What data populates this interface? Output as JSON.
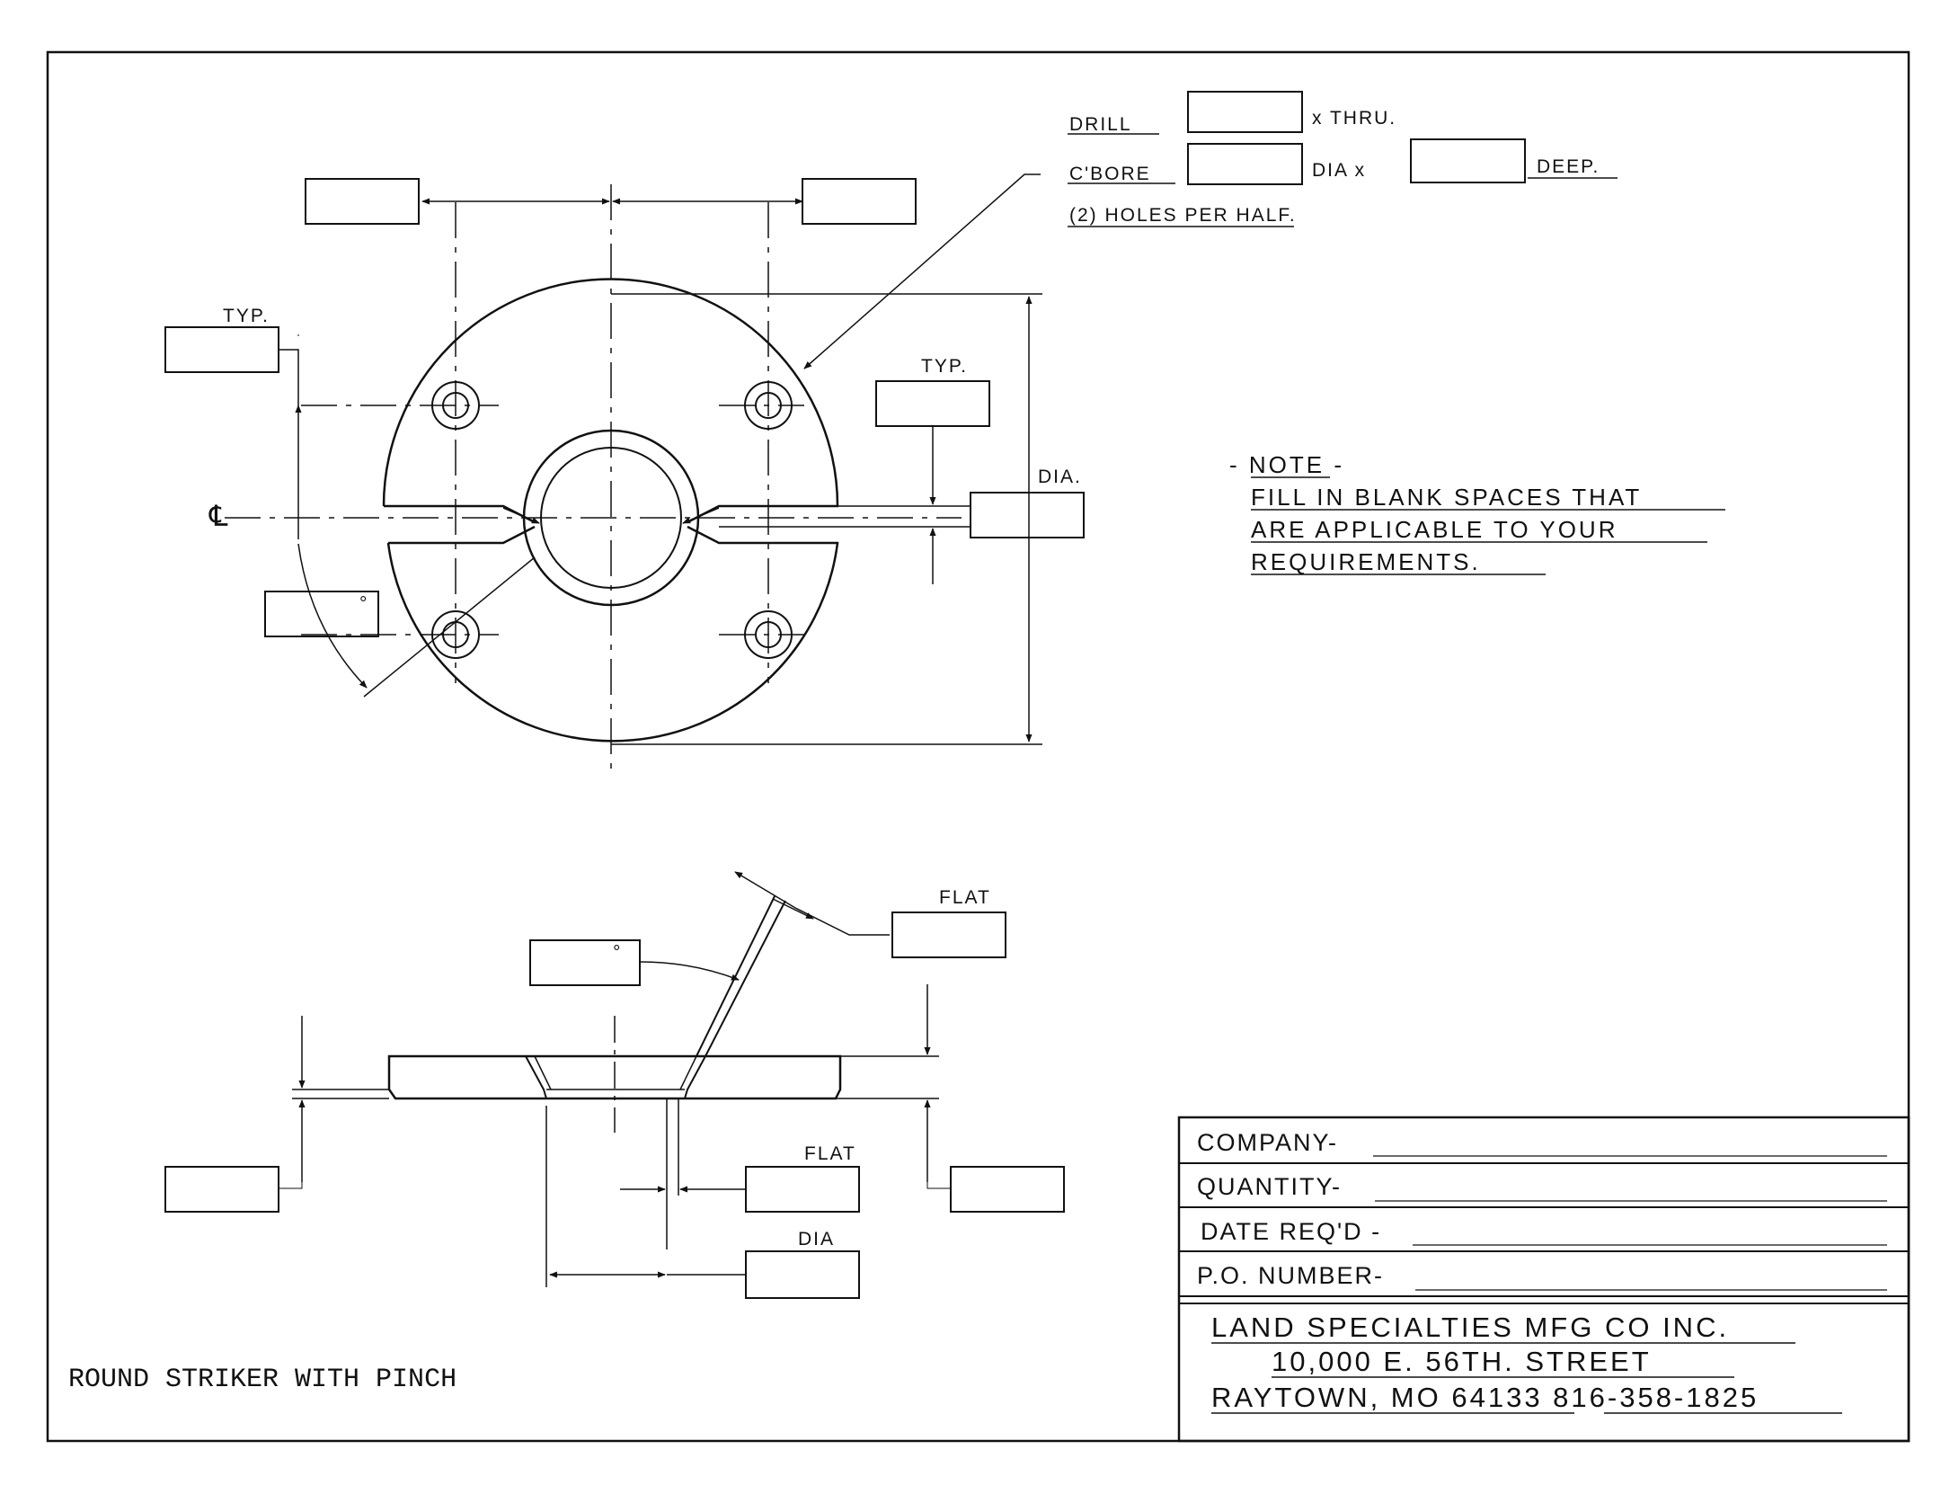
{
  "drawing": {
    "title": "ROUND STRIKER WITH PINCH",
    "colors": {
      "ink": "#111111",
      "paper": "#ffffff"
    }
  },
  "callouts": {
    "drill": "DRILL",
    "thru": "x THRU.",
    "cbore": "C'BORE",
    "dia_x": "DIA x",
    "deep": "DEEP.",
    "holes_per_half": "(2) HOLES PER HALF."
  },
  "labels": {
    "typ": "TYP.",
    "dia_upper": "DIA.",
    "dia_lower": "DIA",
    "flat": "FLAT",
    "centerline": "℄",
    "degree": "°"
  },
  "note": {
    "heading": "- NOTE -",
    "lines": [
      "FILL IN BLANK SPACES THAT",
      "ARE APPLICABLE TO YOUR",
      "REQUIREMENTS."
    ]
  },
  "title_block": {
    "company": "COMPANY-",
    "quantity": "QUANTITY-",
    "date_reqd": "DATE REQ'D -",
    "po_number": "P.O. NUMBER-",
    "company_name": "LAND SPECIALTIES MFG CO INC.",
    "address": "10,000 E. 56TH. STREET",
    "city_phone": "RAYTOWN, MO 64133   816-358-1825"
  }
}
